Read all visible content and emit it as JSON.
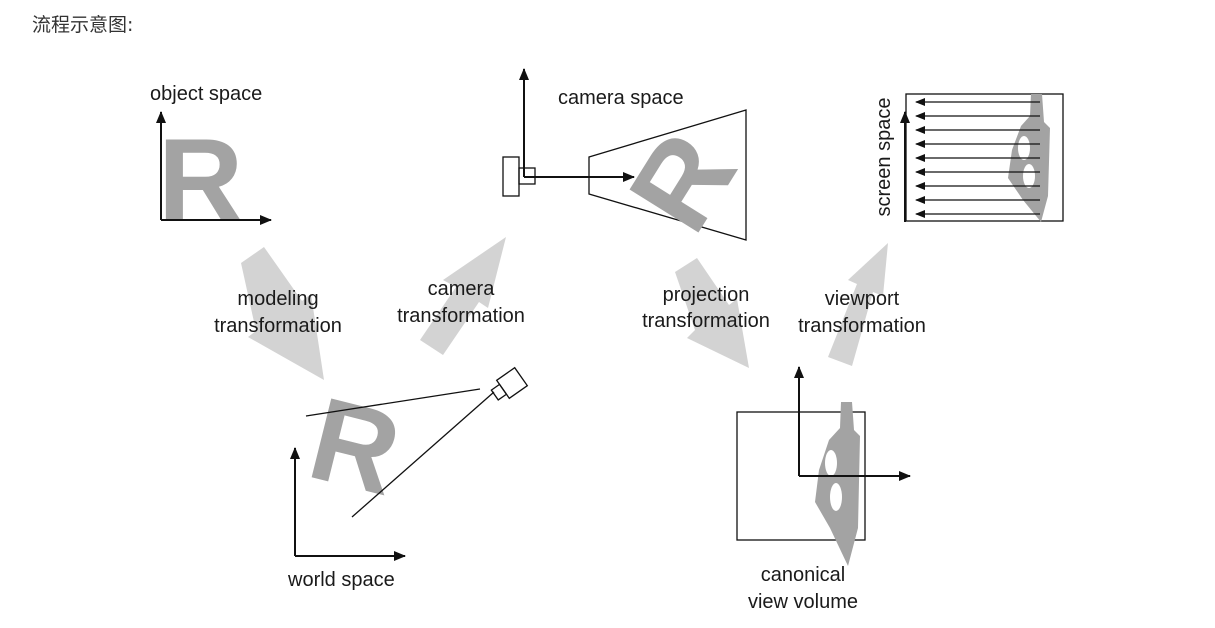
{
  "heading": "流程示意图:",
  "diagram": {
    "letter": "R",
    "spaces": {
      "object": "object space",
      "world": "world space",
      "camera": "camera space",
      "canonical_line1": "canonical",
      "canonical_line2": "view volume",
      "screen": "screen space"
    },
    "transforms": {
      "modeling_line1": "modeling",
      "modeling_line2": "transformation",
      "camera_line1": "camera",
      "camera_line2": "transformation",
      "projection_line1": "projection",
      "projection_line2": "transformation",
      "viewport_line1": "viewport",
      "viewport_line2": "transformation"
    }
  },
  "colors": {
    "flow_arrow": "#d3d3d3",
    "letter_fill": "#a3a3a3",
    "ink": "#111111"
  }
}
